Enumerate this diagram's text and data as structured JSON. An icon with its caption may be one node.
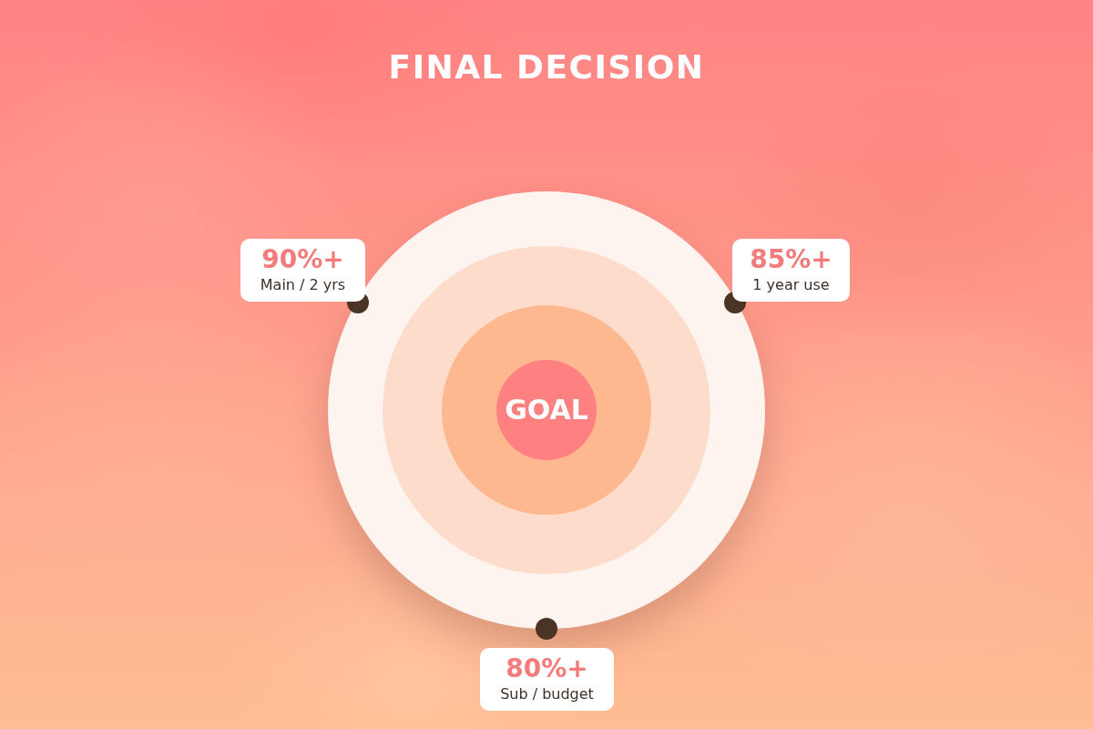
{
  "diagram": {
    "title": "FINAL DECISION",
    "nodes": [
      {
        "text": [
          "90%+",
          "Main / 2 yrs"
        ]
      },
      {
        "text": [
          "85%+",
          "1 year use"
        ]
      },
      {
        "text": [],
        "shape": "circle"
      },
      {
        "text": [],
        "shape": "circle",
        "in": 2
      },
      {
        "text": [],
        "shape": "circle",
        "in": 3
      },
      {
        "text": [
          "GOAL"
        ],
        "in": 4
      },
      {
        "text": [
          "80%+",
          "Sub / budget"
        ]
      }
    ]
  }
}
